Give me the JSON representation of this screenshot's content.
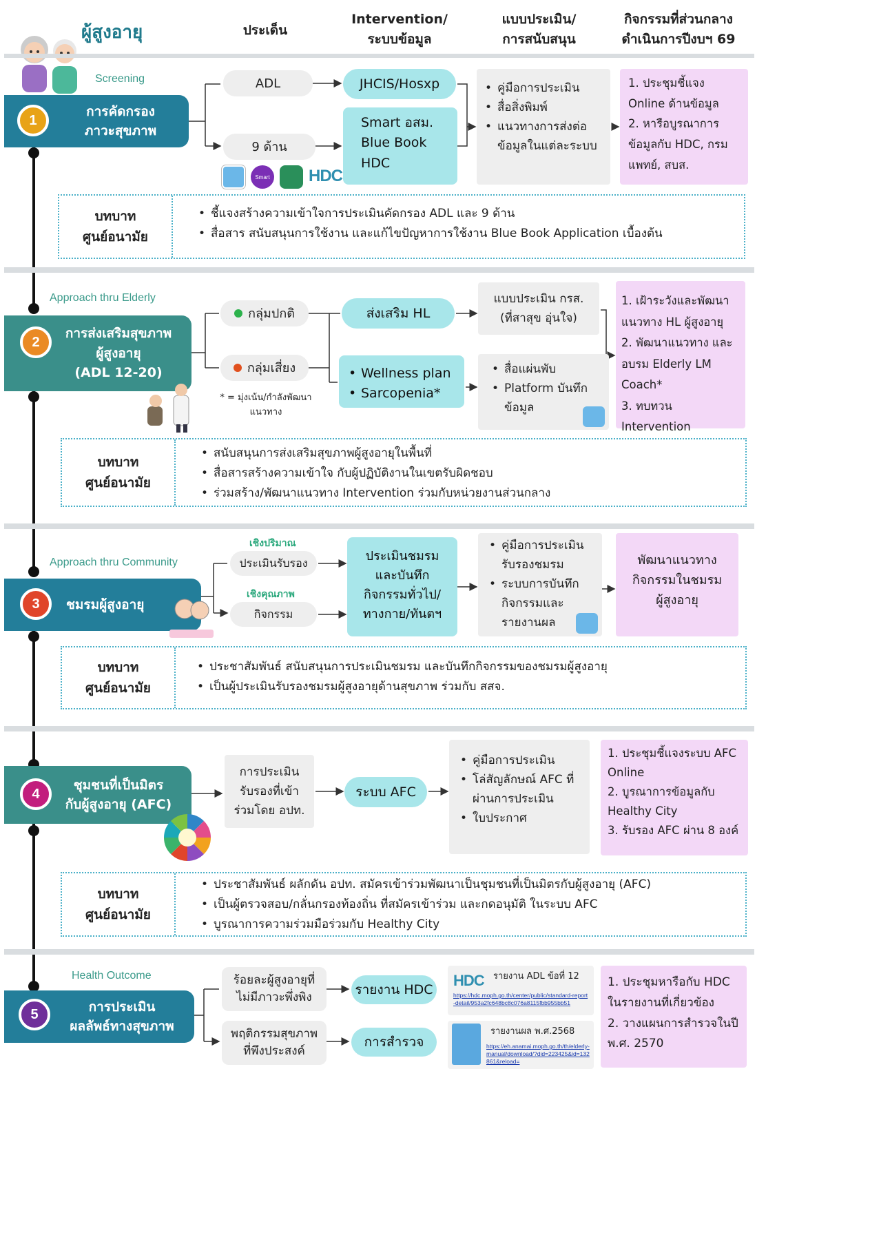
{
  "header": {
    "title": "ผู้สูงอายุ",
    "col_issue": "ประเด็น",
    "col_intervention": [
      "Intervention/",
      "ระบบข้อมูล"
    ],
    "col_assessment": [
      "แบบประเมิน/",
      "การสนับสนุน"
    ],
    "col_central": [
      "กิจกรรมที่ส่วนกลาง",
      "ดำเนินการปีงบฯ 69"
    ]
  },
  "role_title": [
    "บทบาท",
    "ศูนย์อนามัย"
  ],
  "colors": {
    "banner": "#237e9a",
    "banner2": "#3a8f8a",
    "cyan": "#a8e6ea",
    "pink": "#f3d8f7",
    "gray": "#eeeeee",
    "num1": "#e8a317",
    "num2": "#ea8a24",
    "num3": "#e0452a",
    "num4": "#c21e7d",
    "num5": "#6f2f9a"
  },
  "s1": {
    "label": "Screening",
    "num": "1",
    "banner": [
      "การคัดกรอง",
      "ภาวะสุขภาพ"
    ],
    "issue1": "ADL",
    "issue2": "9 ด้าน",
    "sys1": "JHCIS/Hosxp",
    "sys2": [
      "Smart อสม.",
      "Blue Book",
      "HDC"
    ],
    "assess": [
      "คู่มือการประเมิน",
      "สื่อสิ่งพิมพ์",
      "แนวทางการส่งต่อข้อมูลในแต่ละระบบ"
    ],
    "central": [
      "1. ประชุมชี้แจง Online ด้านข้อมูล",
      "2. หารือบูรณาการข้อมูลกับ HDC, กรมแพทย์, สบส."
    ],
    "roles": [
      "ชี้แจงสร้างความเข้าใจการประเมินคัดกรอง ADL และ 9 ด้าน",
      "สื่อสาร สนับสนุนการใช้งาน และแก้ไขปัญหาการใช้งาน Blue Book Application เบื้องต้น"
    ],
    "icons": [
      "blue-book-icon",
      "smart-osm-icon",
      "app-icon",
      "hdc-logo"
    ]
  },
  "s2": {
    "label": "Approach thru Elderly",
    "num": "2",
    "banner": [
      "การส่งเสริมสุขภาพ",
      "ผู้สูงอายุ",
      "(ADL 12-20)"
    ],
    "group1": "กลุ่มปกติ",
    "group2": "กลุ่มเสี่ยง",
    "note": [
      "* = มุ่งเน้น/กำลังพัฒนา",
      "แนวทาง"
    ],
    "sys1": "ส่งเสริม HL",
    "sys2": [
      "Wellness plan",
      "Sarcopenia*"
    ],
    "assess1": [
      "แบบประเมิน กรส.",
      "(ที่สาสุข อุ่นใจ)"
    ],
    "assess2": [
      "สื่อแผ่นพับ",
      "Platform บันทึกข้อมูล"
    ],
    "central": [
      "1. เฝ้าระวังและพัฒนาแนวทาง HL ผู้สูงอายุ",
      "2. พัฒนาแนวทาง และอบรม Elderly LM Coach*",
      "3. ทบทวน Intervention"
    ],
    "roles": [
      "สนับสนุนการส่งเสริมสุขภาพผู้สูงอายุในพื้นที่",
      "สื่อสารสร้างความเข้าใจ กับผู้ปฏิบัติงานในเขตรับผิดชอบ",
      "ร่วมสร้าง/พัฒนาแนวทาง Intervention ร่วมกับหน่วยงานส่วนกลาง"
    ]
  },
  "s3": {
    "label": "Approach thru Community",
    "num": "3",
    "banner": "ชมรมผู้สูงอายุ",
    "quant_label": "เชิงปริมาณ",
    "qual_label": "เชิงคุณภาพ",
    "issue1": "ประเมินรับรอง",
    "issue2": "กิจกรรม",
    "sys": [
      "ประเมินชมรม",
      "และบันทึก",
      "กิจกรรมทั่วไป/",
      "ทางกาย/ทันตฯ"
    ],
    "assess": [
      "คู่มือการประเมินรับรองชมรม",
      "ระบบการบันทึกกิจกรรมและรายงานผล"
    ],
    "central": [
      "พัฒนาแนวทาง",
      "กิจกรรมในชมรม",
      "ผู้สูงอายุ"
    ],
    "roles": [
      "ประชาสัมพันธ์ สนับสนุนการประเมินชมรม และบันทึกกิจกรรมของชมรมผู้สูงอายุ",
      "เป็นผู้ประเมินรับรองชมรมผู้สูงอายุด้านสุขภาพ ร่วมกับ สสจ."
    ]
  },
  "s4": {
    "num": "4",
    "banner": [
      "ชุมชนที่เป็นมิตร",
      "กับผู้สูงอายุ (AFC)"
    ],
    "issue": [
      "การประเมิน",
      "รับรองที่เข้า",
      "ร่วมโดย อปท."
    ],
    "sys": "ระบบ AFC",
    "assess": [
      "คู่มือการประเมิน",
      "โล่สัญลักษณ์ AFC ที่ผ่านการประเมิน",
      "ใบประกาศ"
    ],
    "central": [
      "1. ประชุมชี้แจงระบบ AFC Online",
      "2. บูรณาการข้อมูลกับ Healthy City",
      "3. รับรอง AFC ผ่าน 8 องค์"
    ],
    "roles": [
      "ประชาสัมพันธ์ ผลักดัน อปท. สมัครเข้าร่วมพัฒนาเป็นชุมชนที่เป็นมิตรกับผู้สูงอายุ (AFC)",
      "เป็นผู้ตรวจสอบ/กลั่นกรองท้องถิ่น ที่สมัครเข้าร่วม และกดอนุมัติ ในระบบ AFC",
      "บูรณาการความร่วมมือร่วมกับ Healthy City"
    ]
  },
  "s5": {
    "label": "Health Outcome",
    "num": "5",
    "banner": [
      "การประเมิน",
      "ผลลัพธ์ทางสุขภาพ"
    ],
    "issue1": [
      "ร้อยละผู้สูงอายุที่",
      "ไม่มีภาวะพึ่งพิง"
    ],
    "issue2": [
      "พฤติกรรมสุขภาพ",
      "ที่พึงประสงค์"
    ],
    "sys1": "รายงาน HDC",
    "sys2": "การสำรวจ",
    "report1_title": "รายงาน ADL ข้อที่ 12",
    "report1_link": "https://hdc.moph.go.th/center/public/standard-report-detail/953a2fc648bc8c076a8115fbb955bb51",
    "report2_title": "รายงานผล พ.ศ.2568",
    "report2_link": "https://eh.anamai.moph.go.th/th/elderly-manual/download/?did=223425&id=132861&reload=",
    "central": [
      "1. ประชุมหารือกับ HDC ในรายงานที่เกี่ยวข้อง",
      "2. วางแผนการสำรวจในปี พ.ศ. 2570"
    ]
  }
}
